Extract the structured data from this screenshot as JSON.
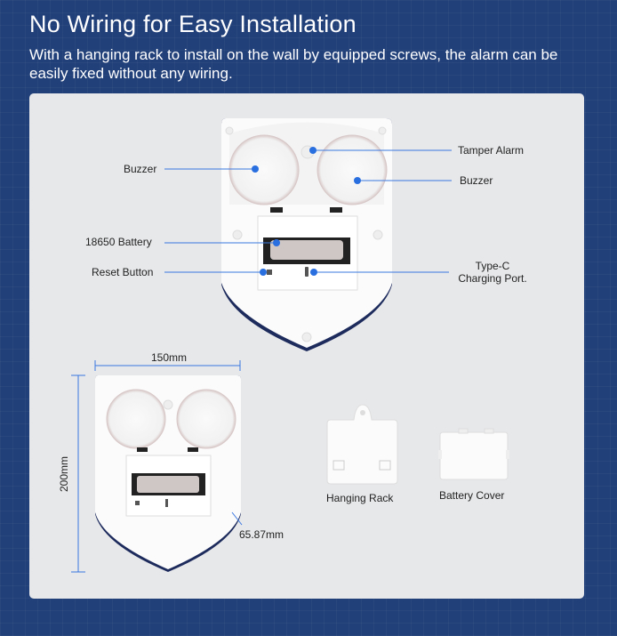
{
  "header": {
    "title": "No Wiring for Easy Installation",
    "subtitle": "With a hanging rack to install on the wall by equipped screws, the alarm can be easily fixed without any wiring."
  },
  "callouts": {
    "buzzer_left": "Buzzer",
    "tamper_alarm": "Tamper Alarm",
    "buzzer_right": "Buzzer",
    "battery": "18650 Battery",
    "reset_button": "Reset Button",
    "type_c_line1": "Type-C",
    "type_c_line2": "Charging Port."
  },
  "dimensions": {
    "width": "150mm",
    "height": "200mm",
    "depth": "65.87mm"
  },
  "accessories": {
    "hanging_rack": "Hanging Rack",
    "battery_cover": "Battery Cover"
  },
  "colors": {
    "background": "#213f78",
    "accent_dot": "#2a6fe0",
    "panel": "#e7e8ea"
  }
}
